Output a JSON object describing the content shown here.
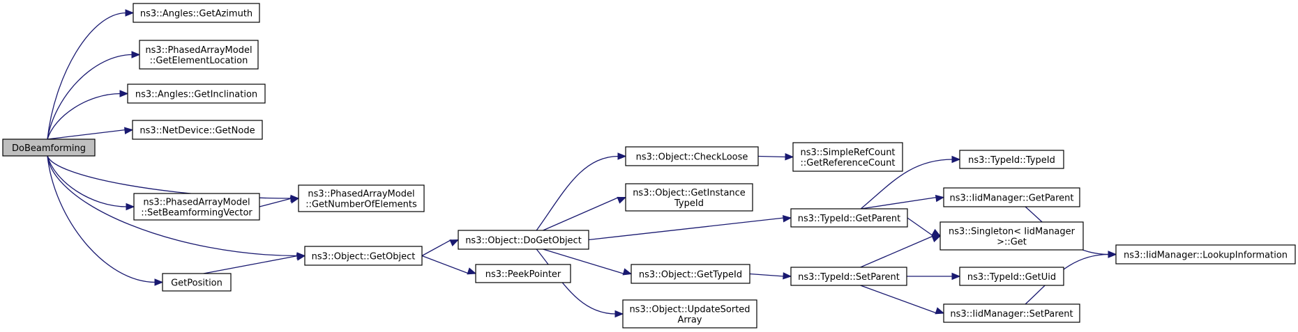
{
  "diagram": {
    "type": "call-graph",
    "colors": {
      "edge": "#191970",
      "root_fill": "#bfbfbf",
      "node_fill": "#ffffff",
      "node_border": "#000000"
    },
    "nodes": [
      {
        "id": "root",
        "lines": [
          "DoBeamforming"
        ],
        "root": true
      },
      {
        "id": "getAzimuth",
        "lines": [
          "ns3::Angles::GetAzimuth"
        ]
      },
      {
        "id": "getElementLocation",
        "lines": [
          "ns3::PhasedArrayModel",
          "::GetElementLocation"
        ]
      },
      {
        "id": "getInclination",
        "lines": [
          "ns3::Angles::GetInclination"
        ]
      },
      {
        "id": "getNode",
        "lines": [
          "ns3::NetDevice::GetNode"
        ]
      },
      {
        "id": "setBeamformingVector",
        "lines": [
          "ns3::PhasedArrayModel",
          "::SetBeamformingVector"
        ]
      },
      {
        "id": "getNumberOfElements",
        "lines": [
          "ns3::PhasedArrayModel",
          "::GetNumberOfElements"
        ]
      },
      {
        "id": "getPosition",
        "lines": [
          "GetPosition"
        ]
      },
      {
        "id": "getObject",
        "lines": [
          "ns3::Object::GetObject"
        ]
      },
      {
        "id": "doGetObject",
        "lines": [
          "ns3::Object::DoGetObject"
        ]
      },
      {
        "id": "peekPointer",
        "lines": [
          "ns3::PeekPointer"
        ]
      },
      {
        "id": "checkLoose",
        "lines": [
          "ns3::Object::CheckLoose"
        ]
      },
      {
        "id": "getInstanceTypeId",
        "lines": [
          "ns3::Object::GetInstance",
          "TypeId"
        ]
      },
      {
        "id": "getTypeId",
        "lines": [
          "ns3::Object::GetTypeId"
        ]
      },
      {
        "id": "updateSortedArray",
        "lines": [
          "ns3::Object::UpdateSorted",
          "Array"
        ]
      },
      {
        "id": "getReferenceCount",
        "lines": [
          "ns3::SimpleRefCount",
          "::GetReferenceCount"
        ]
      },
      {
        "id": "typeIdGetParent",
        "lines": [
          "ns3::TypeId::GetParent"
        ]
      },
      {
        "id": "typeIdSetParent",
        "lines": [
          "ns3::TypeId::SetParent"
        ]
      },
      {
        "id": "typeIdTypeId",
        "lines": [
          "ns3::TypeId::TypeId"
        ]
      },
      {
        "id": "iidGetParent",
        "lines": [
          "ns3::IidManager::GetParent"
        ]
      },
      {
        "id": "singletonGet",
        "lines": [
          "ns3::Singleton< IidManager",
          " >::Get"
        ]
      },
      {
        "id": "getUid",
        "lines": [
          "ns3::TypeId::GetUid"
        ]
      },
      {
        "id": "iidSetParent",
        "lines": [
          "ns3::IidManager::SetParent"
        ]
      },
      {
        "id": "lookupInformation",
        "lines": [
          "ns3::IidManager::LookupInformation"
        ]
      }
    ],
    "edges": [
      [
        "root",
        "getAzimuth"
      ],
      [
        "root",
        "getElementLocation"
      ],
      [
        "root",
        "getInclination"
      ],
      [
        "root",
        "getNode"
      ],
      [
        "root",
        "getNumberOfElements"
      ],
      [
        "root",
        "setBeamformingVector"
      ],
      [
        "root",
        "getObject"
      ],
      [
        "root",
        "getPosition"
      ],
      [
        "setBeamformingVector",
        "getNumberOfElements"
      ],
      [
        "getPosition",
        "getObject"
      ],
      [
        "getObject",
        "doGetObject"
      ],
      [
        "getObject",
        "peekPointer"
      ],
      [
        "doGetObject",
        "checkLoose"
      ],
      [
        "doGetObject",
        "getInstanceTypeId"
      ],
      [
        "doGetObject",
        "typeIdGetParent"
      ],
      [
        "doGetObject",
        "getTypeId"
      ],
      [
        "doGetObject",
        "updateSortedArray"
      ],
      [
        "checkLoose",
        "getReferenceCount"
      ],
      [
        "getTypeId",
        "typeIdSetParent"
      ],
      [
        "typeIdGetParent",
        "typeIdTypeId"
      ],
      [
        "typeIdGetParent",
        "iidGetParent"
      ],
      [
        "typeIdGetParent",
        "singletonGet"
      ],
      [
        "typeIdSetParent",
        "singletonGet"
      ],
      [
        "typeIdSetParent",
        "getUid"
      ],
      [
        "typeIdSetParent",
        "iidSetParent"
      ],
      [
        "iidGetParent",
        "lookupInformation"
      ],
      [
        "iidSetParent",
        "lookupInformation"
      ]
    ]
  }
}
